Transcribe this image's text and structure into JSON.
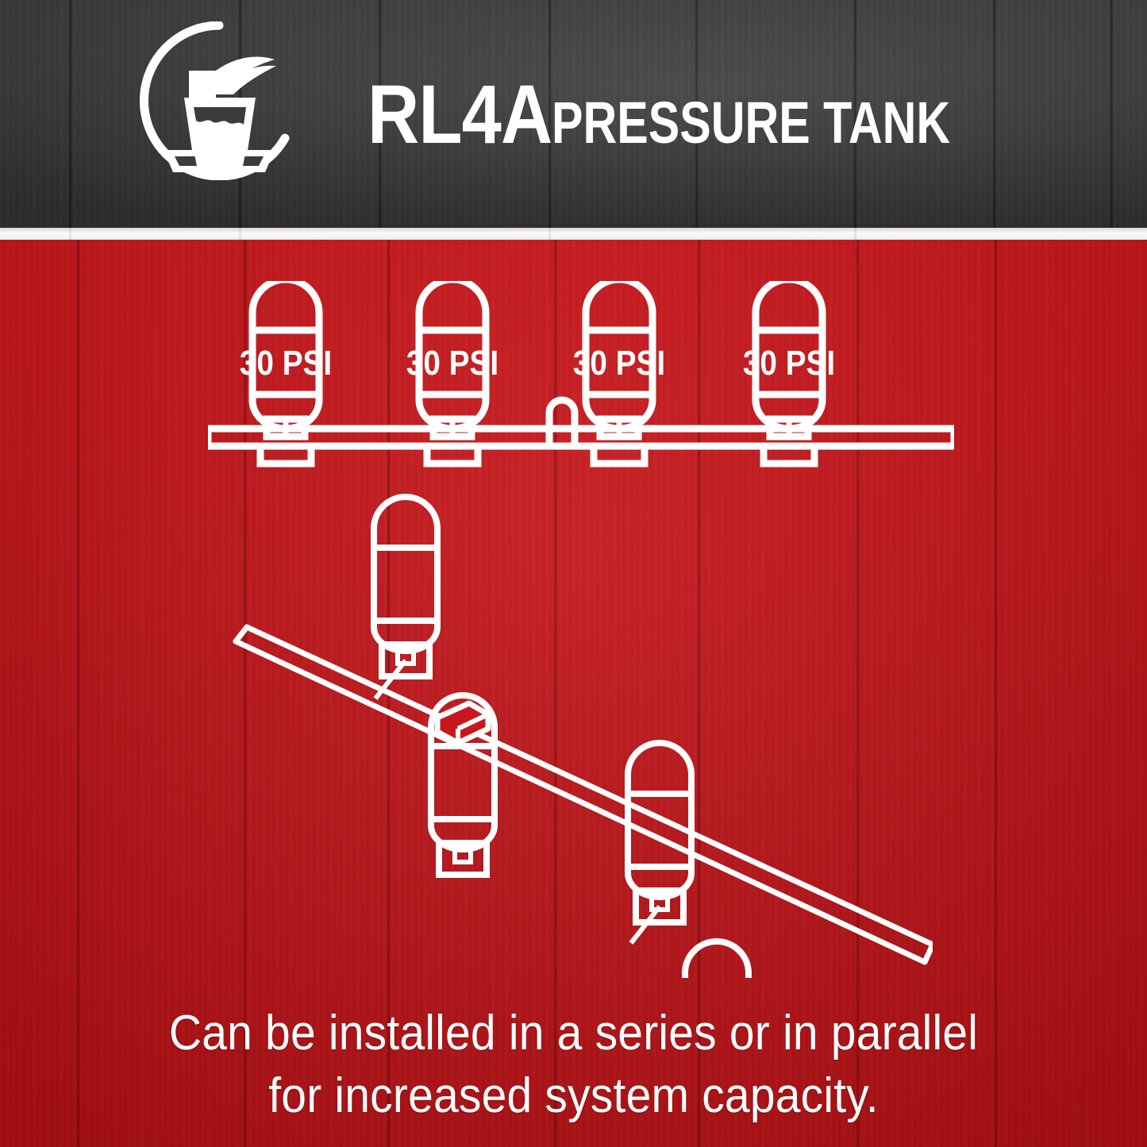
{
  "header": {
    "logo_icon": "faucet-glass-icon",
    "title_main": "RL4A",
    "title_sub": "PRESSURE TANK",
    "background_color": "#3c3c3e",
    "accent_color": "#c8171c"
  },
  "divider": {
    "color": "#eceded"
  },
  "body": {
    "background_color": "#c8171c",
    "line_color": "#ffffff"
  },
  "parallel_diagram": {
    "name": "parallel-tank-installation",
    "tank_count": 4,
    "tank_labels": [
      "30 PSI",
      "30 PSI",
      "30 PSI",
      "30 PSI"
    ],
    "manifold": "horizontal-pipe",
    "fitting": "relief-valve-arch"
  },
  "series_diagram": {
    "name": "series-tank-installation",
    "tank_count": 4,
    "pipe": "diagonal-pipe",
    "fitting": "inline-coupling"
  },
  "caption": {
    "line1": "Can be installed in a series or in parallel",
    "line2": "for increased system capacity."
  }
}
